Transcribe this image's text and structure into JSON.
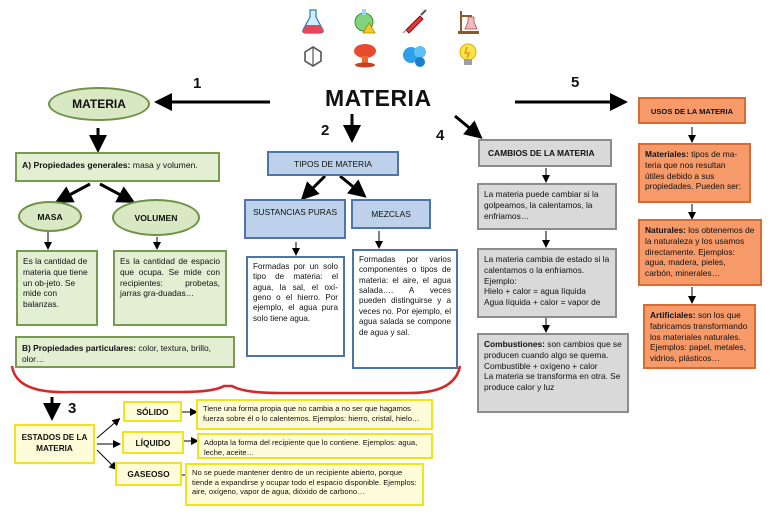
{
  "center_title": "MATERIA",
  "numbers": {
    "n1": "1",
    "n2": "2",
    "n3": "3",
    "n4": "4",
    "n5": "5"
  },
  "icons": [
    "flask-icon",
    "warning-flask-icon",
    "syringe-icon",
    "lab-stand-icon",
    "molecule-icon",
    "explosion-icon",
    "water-drops-icon",
    "lightbulb-icon"
  ],
  "materia_node": {
    "label": "MATERIA"
  },
  "prop_generales": {
    "label": "A) Propiedades  generales:",
    "text": " masa y volumen."
  },
  "masa": {
    "label": "MASA",
    "desc": "Es la cantidad de materia que tiene un ob-jeto. Se mide con balanzas."
  },
  "volumen": {
    "label": "VOLUMEN",
    "desc": "Es la cantidad de espacio que ocupa. Se mide con recipientes: probetas, jarras gra-duadas…"
  },
  "prop_particulares": {
    "label": "B) Propiedades  particulares:",
    "text": " color,  textura, brillo, olor…"
  },
  "tipos": {
    "label": "TIPOS DE MATERIA",
    "sustancias": {
      "label": "SUSTANCIAS PURAS",
      "desc": "Formadas por un solo tipo de materia: el agua, la sal, el oxí-geno o el hierro. Por ejemplo, el agua pura solo tiene agua."
    },
    "mezclas": {
      "label": "MEZCLAS",
      "desc": "Formadas por varios componentes o tipos de materia: el aire, el agua salada…. A veces pueden distinguirse y a veces no. Por ejemplo, el agua salada se compone de agua y sal."
    }
  },
  "cambios": {
    "label": "CAMBIOS DE LA MATERIA",
    "box1": "La materia puede cambiar si la golpeamos, la calentamos, la enfriamos…",
    "box2": [
      "La materia cambia de estado si la calentamos o la enfriamos.",
      "Ejemplo:",
      "Hielo + calor = agua líquida",
      "Agua líquida + calor = vapor de"
    ],
    "box3_label": "Combustiones:",
    "box3_text": " son cambios que se producen cuando algo se quema.",
    "box3_lines": [
      "Combustible + oxígeno + calor",
      "La materia  se transforma en otra. Se produce calor y luz"
    ]
  },
  "usos": {
    "label": "USOS DE LA MATERIA",
    "materiales_label": "Materiales:",
    "materiales_text": " tipos de ma-teria que nos resultan útiles debido a sus propiedades. Pueden ser:",
    "naturales_label": "Naturales:",
    "naturales_text": " los obtenemos de la naturaleza y los usamos directamente. Ejemplos: agua, madera, pieles, carbón, minerales…",
    "artificiales_label": "Artificiales:",
    "artificiales_text": " son los que fabricamos transformando los materiales naturales. Ejemplos: papel, metales, vidrios, plásticos…"
  },
  "estados": {
    "label": "ESTADOS DE LA MATERIA",
    "solido": {
      "label": "SÓLIDO",
      "desc": "Tiene una forma propia que no cambia a no ser que hagamos fuerza sobre él o lo calentemos. Ejemplos: hierro, cristal, hielo…"
    },
    "liquido": {
      "label": "LÍQUIDO",
      "desc": "Adopta la forma del recipiente que lo contiene. Ejemplos: agua, leche, aceite…"
    },
    "gaseoso": {
      "label": "GASEOSO",
      "desc": "No se puede mantener dentro de un recipiente abierto, porque tiende a expandirse y ocupar todo el espacio disponible. Ejemplos: aire, oxígeno, vapor de agua, dióxido de carbono…"
    }
  }
}
